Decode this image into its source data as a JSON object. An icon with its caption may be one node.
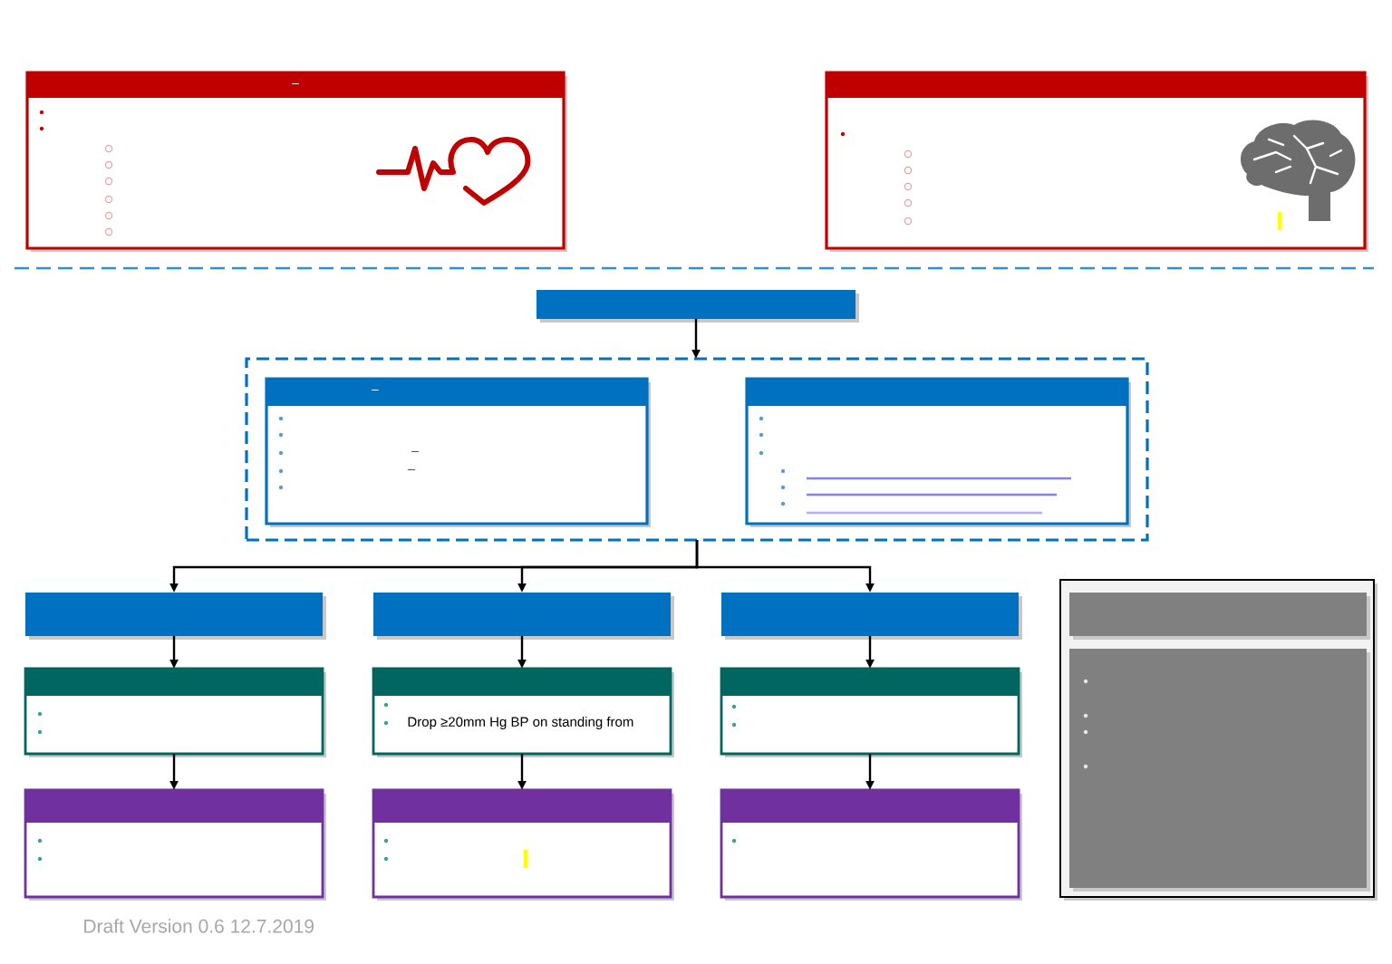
{
  "diagram": {
    "nodes": [
      {
        "text": [
          "–"
        ]
      },
      {
        "text": [],
        "shape": "box"
      },
      {
        "text": [],
        "shape": "box"
      },
      {
        "text": [],
        "shape": "box"
      },
      {
        "text": [
          "–",
          "–",
          "–"
        ],
        "in": 3
      },
      {
        "text": [],
        "shape": "box",
        "in": 3
      },
      {
        "text": [],
        "shape": "box"
      },
      {
        "text": [],
        "shape": "box"
      },
      {
        "text": [],
        "shape": "box"
      },
      {
        "text": [],
        "shape": "box"
      },
      {
        "text": [
          "Drop ≥20mm Hg BP on standing from"
        ]
      },
      {
        "text": [],
        "shape": "box"
      },
      {
        "text": [],
        "shape": "box"
      },
      {
        "text": [],
        "shape": "box"
      },
      {
        "text": [],
        "shape": "box"
      },
      {
        "text": [],
        "shape": "box"
      },
      {
        "text": [],
        "shape": "box",
        "in": 15
      },
      {
        "text": [],
        "shape": "box",
        "in": 15
      }
    ],
    "edges": [
      {
        "from": 2,
        "to": 3,
        "arrow": "to"
      },
      {
        "from": 3,
        "to": 6,
        "arrow": "to"
      },
      {
        "from": 3,
        "to": 7,
        "arrow": "to"
      },
      {
        "from": 3,
        "to": 8,
        "arrow": "to"
      },
      {
        "from": 6,
        "to": 9,
        "arrow": "to"
      },
      {
        "from": 7,
        "to": 10,
        "arrow": "to"
      },
      {
        "from": 8,
        "to": 11,
        "arrow": "to"
      },
      {
        "from": 9,
        "to": 12,
        "arrow": "to"
      },
      {
        "from": 10,
        "to": 13,
        "arrow": "to"
      },
      {
        "from": 11,
        "to": 14,
        "arrow": "to"
      }
    ],
    "labels": [
      "Draft Version 0.6 12.7.2019"
    ]
  }
}
